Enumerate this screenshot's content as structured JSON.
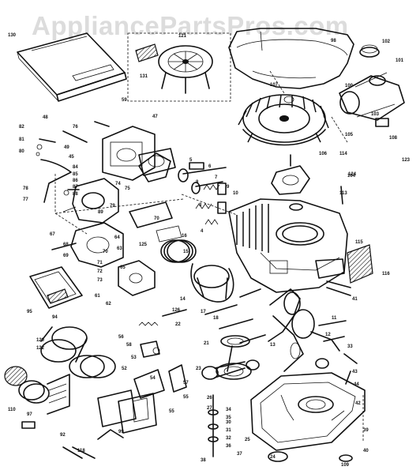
{
  "watermark": "AppliancePartsPros.com",
  "labels": [
    "130",
    "121",
    "131",
    "98",
    "102",
    "101",
    "107",
    "100",
    "103",
    "105",
    "108",
    "59",
    "47",
    "48",
    "49",
    "45",
    "124",
    "123",
    "114",
    "113",
    "82",
    "81",
    "80",
    "78",
    "77",
    "76",
    "84",
    "85",
    "86",
    "87",
    "88",
    "89",
    "79",
    "74",
    "70",
    "71",
    "72",
    "73",
    "75",
    "5",
    "6",
    "7",
    "8",
    "9",
    "10",
    "125",
    "3",
    "4",
    "15",
    "16",
    "115",
    "116",
    "41",
    "43",
    "33",
    "67",
    "68",
    "69",
    "70",
    "64",
    "63",
    "65",
    "62",
    "61",
    "95",
    "94",
    "120",
    "122",
    "56",
    "58",
    "53",
    "52",
    "54",
    "55",
    "57",
    "55",
    "11",
    "12",
    "13",
    "14",
    "17",
    "18",
    "23",
    "21",
    "22",
    "26",
    "27",
    "24",
    "25",
    "30",
    "31",
    "32",
    "34",
    "35",
    "36",
    "37",
    "38",
    "39",
    "40",
    "42",
    "44",
    "109",
    "110",
    "97",
    "92",
    "99",
    "106",
    "118",
    "126",
    "104"
  ]
}
